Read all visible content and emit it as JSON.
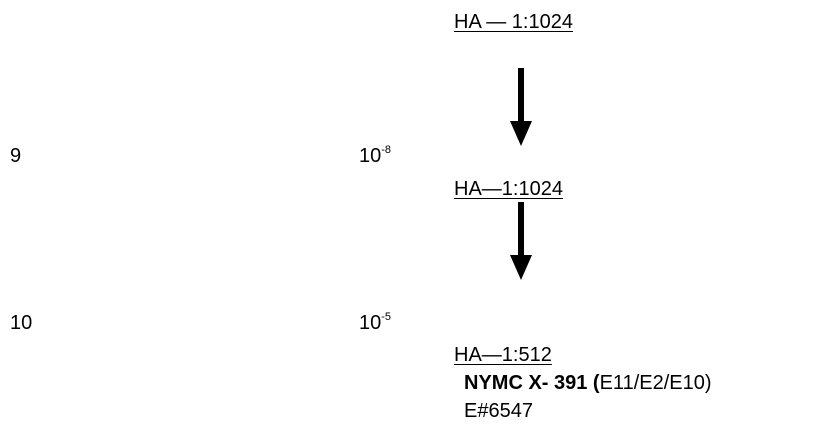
{
  "rows": [
    {
      "passage": "",
      "dilution_base": "",
      "dilution_exp": "",
      "ha_titer": "HA — 1:1024"
    },
    {
      "passage": "9",
      "dilution_base": "10",
      "dilution_exp": "-8",
      "ha_titer": "HA—1:1024"
    },
    {
      "passage": "10",
      "dilution_base": "10",
      "dilution_exp": "-5",
      "ha_titer": "HA—1:512"
    }
  ],
  "result": {
    "strain_name": "NYMC X- 391 (",
    "lineage": "E11/E2/E10)",
    "egg_lot": "E#6547"
  },
  "colors": {
    "text": "#000000",
    "arrow": "#000000",
    "background": "#ffffff"
  }
}
